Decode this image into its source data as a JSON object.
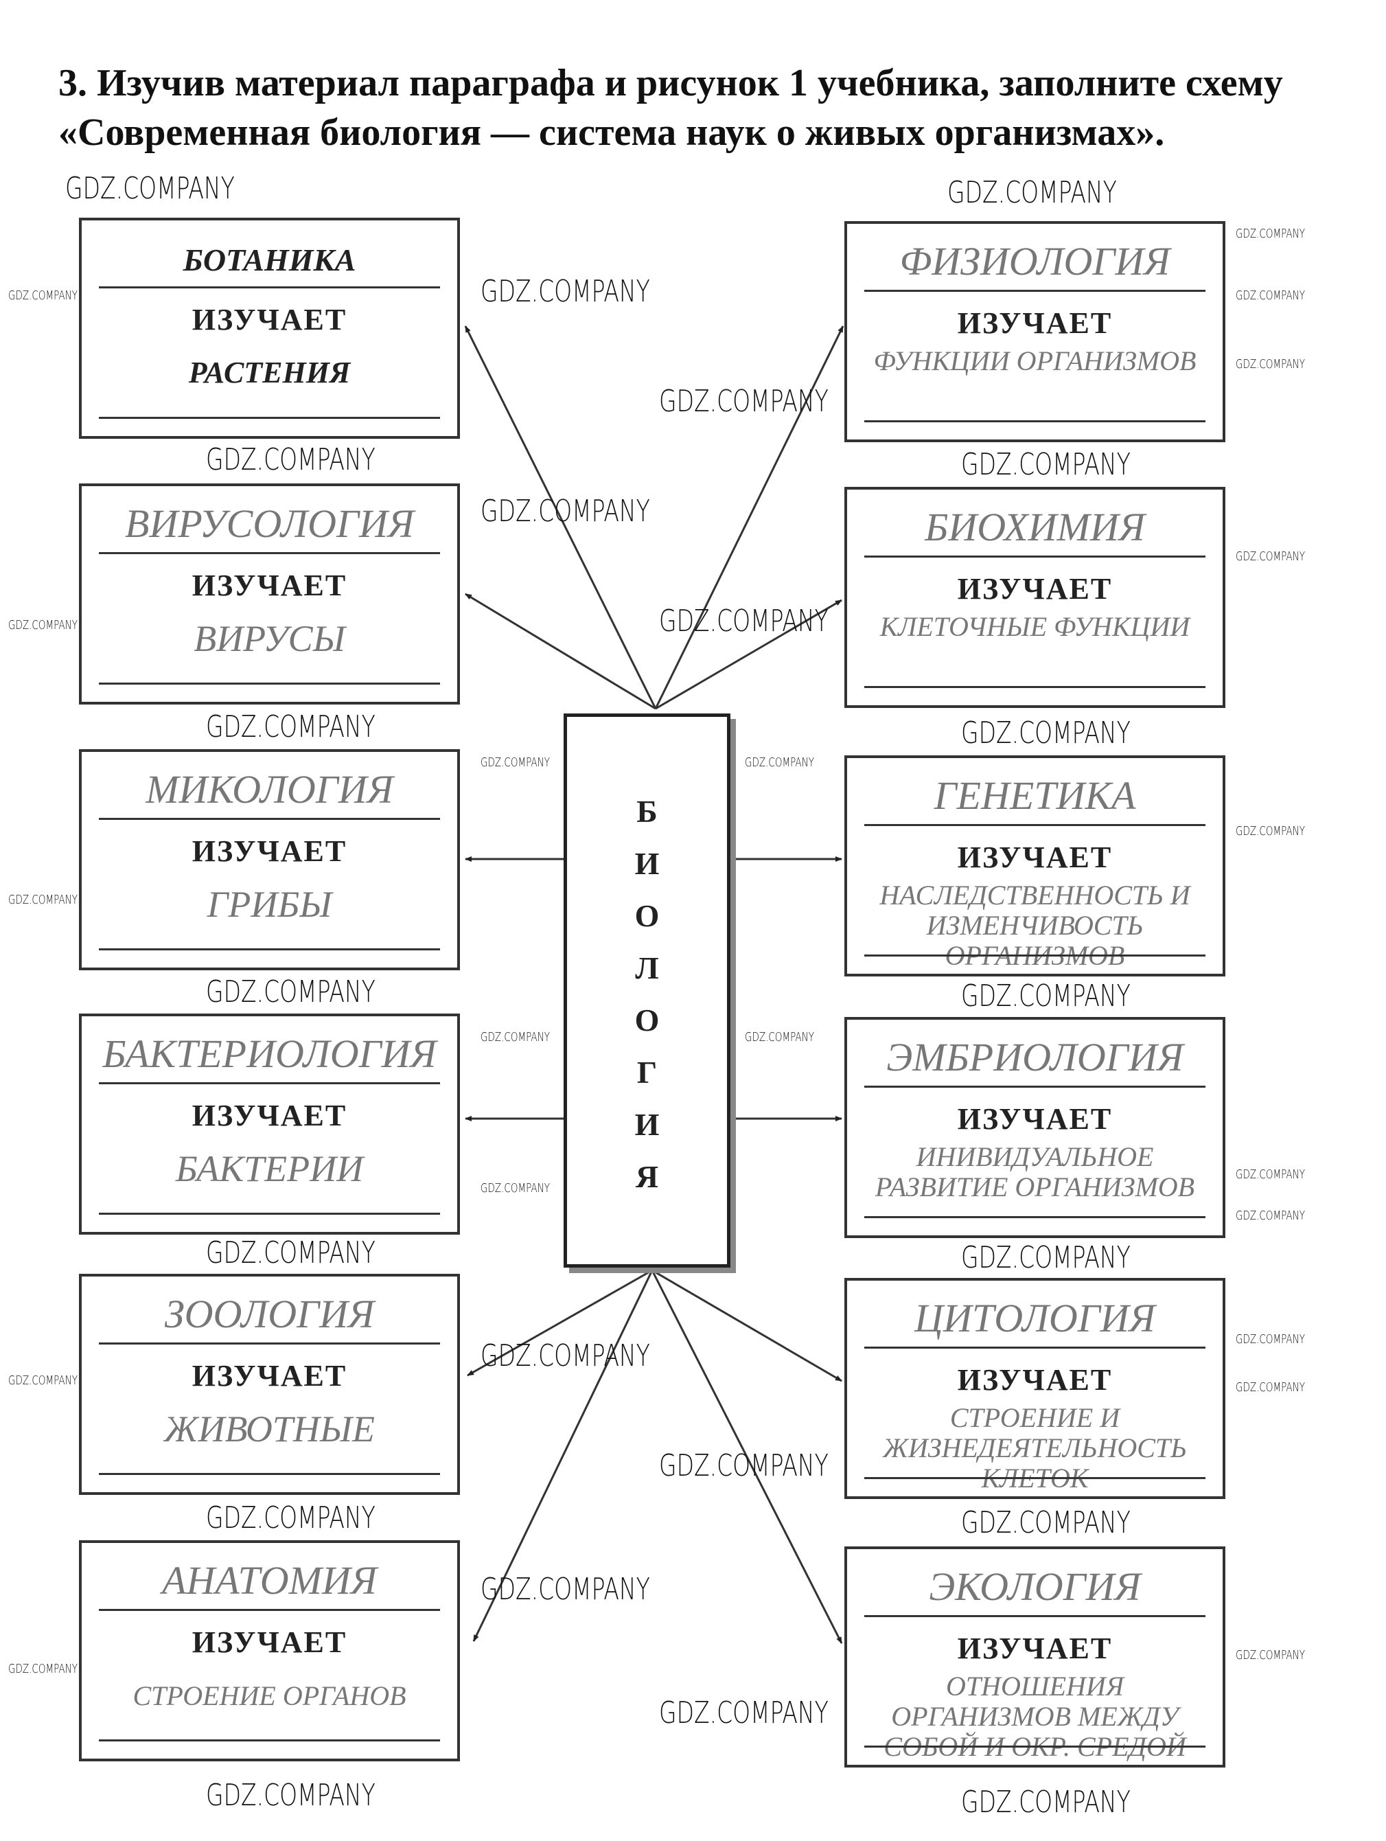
{
  "task": {
    "line1": "3. Изучив материал параграфа и рисунок 1 учебника, заполните схему",
    "line2": "«Современная биология — система наук о живых организмах»."
  },
  "center": {
    "letters": [
      "Б",
      "И",
      "О",
      "Л",
      "О",
      "Г",
      "И",
      "Я"
    ]
  },
  "studies_label": "ИЗУЧАЕТ",
  "left_boxes": [
    {
      "name": "БОТАНИКА",
      "answer": "РАСТЕНИЯ"
    },
    {
      "name": "ВИРУСОЛОГИЯ",
      "answer": "ВИРУСЫ"
    },
    {
      "name": "МИКОЛОГИЯ",
      "answer": "ГРИБЫ"
    },
    {
      "name": "БАКТЕРИОЛОГИЯ",
      "answer": "БАКТЕРИИ"
    },
    {
      "name": "ЗООЛОГИЯ",
      "answer": "ЖИВОТНЫЕ"
    },
    {
      "name": "АНАТОМИЯ",
      "answer": "СТРОЕНИЕ ОРГАНОВ"
    }
  ],
  "right_boxes": [
    {
      "name": "ФИЗИОЛОГИЯ",
      "answer": "ФУНКЦИИ ОРГАНИЗМОВ"
    },
    {
      "name": "БИОХИМИЯ",
      "answer": "КЛЕТОЧНЫЕ ФУНКЦИИ"
    },
    {
      "name": "ГЕНЕТИКА",
      "answer": "НАСЛЕДСТВЕННОСТЬ И ИЗМЕНЧИВОСТЬ ОРГАНИЗМОВ"
    },
    {
      "name": "ЭМБРИОЛОГИЯ",
      "answer": "ИНИВИДУАЛЬНОЕ РАЗВИТИЕ ОРГАНИЗМОВ"
    },
    {
      "name": "ЦИТОЛОГИЯ",
      "answer": "СТРОЕНИЕ И ЖИЗНЕДЕЯТЕЛЬНОСТЬ КЛЕТОК"
    },
    {
      "name": "ЭКОЛОГИЯ",
      "answer": "ОТНОШЕНИЯ ОРГАНИЗМОВ МЕЖДУ СОБОЙ И ОКР. СРЕДОЙ"
    }
  ],
  "watermark": "GDZ.COMPANY"
}
